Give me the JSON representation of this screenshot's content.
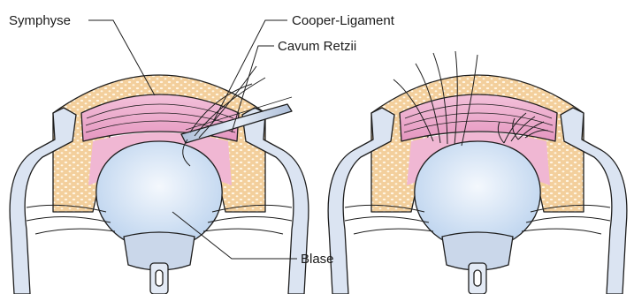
{
  "labels": {
    "symphyse": "Symphyse",
    "cooper": "Cooper-Ligament",
    "cavum": "Cavum Retzii",
    "blase": "Blase"
  },
  "colors": {
    "bone": "#f3cf9c",
    "bone_dots": "#fff6e4",
    "pink": "#eb9fc6",
    "pink_light": "#f3c1da",
    "bladder": "#d4e4f6",
    "bladder_light": "#f4f8fd",
    "instrument": "#cad7ea",
    "line": "#1e1e1e"
  }
}
